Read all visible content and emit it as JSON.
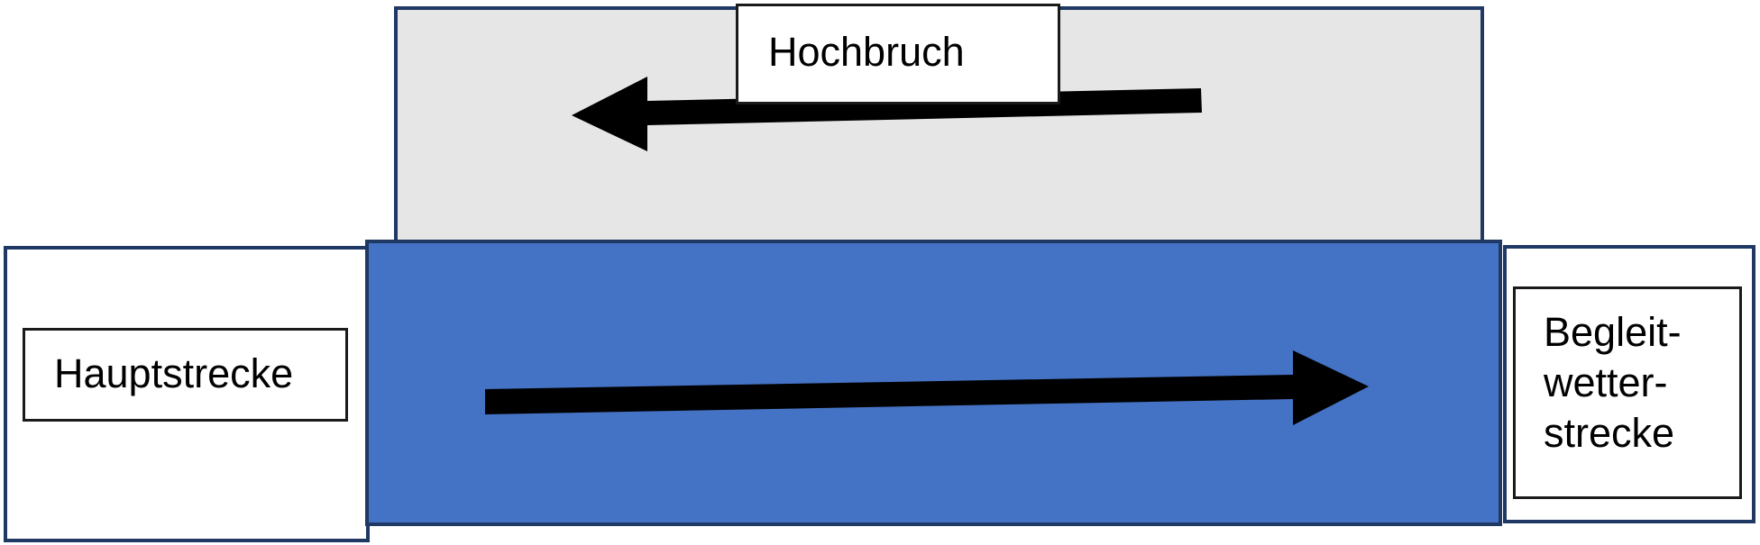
{
  "labels": {
    "main_drift": "Hauptstrecke",
    "upper_chamber": "Hochbruch",
    "tail_drift_lines": [
      "Begleit-",
      "wetter-",
      "strecke"
    ]
  },
  "colors": {
    "upper_chamber_fill": "#e6e6e6",
    "middle_section_fill": "#4472c4",
    "border": "#1f3864",
    "arrow": "#000000"
  },
  "icons": {
    "upper_arrow": "arrow-left-icon",
    "lower_arrow": "arrow-right-icon"
  }
}
